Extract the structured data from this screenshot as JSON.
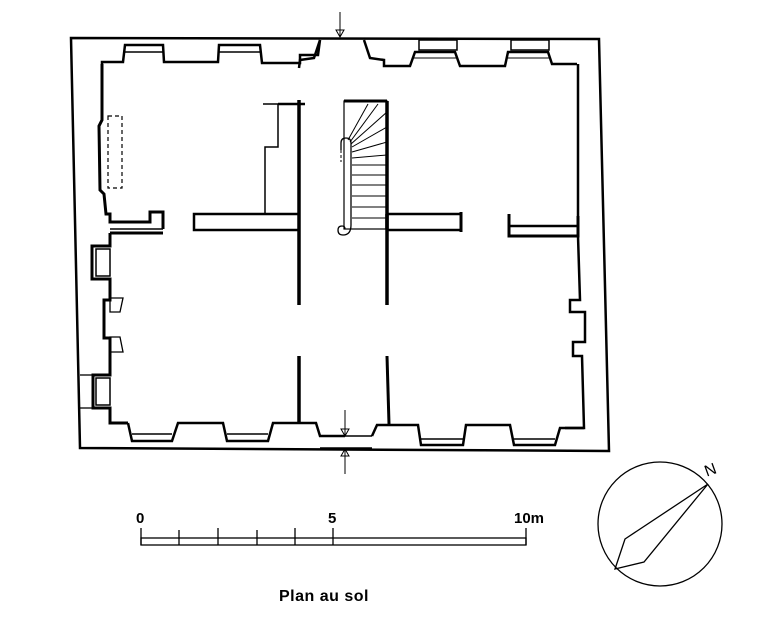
{
  "drawing": {
    "title": "Plan au sol",
    "type": "architectural floor plan",
    "colors": {
      "ink": "#000000",
      "paper": "#ffffff"
    }
  },
  "scale_bar": {
    "unit": "m",
    "labels": [
      {
        "value": "0",
        "text": "0"
      },
      {
        "value": "5",
        "text": "5"
      },
      {
        "value": "10",
        "text": "10m"
      }
    ],
    "subdivisions_first_5m": 5
  },
  "compass": {
    "label": "N",
    "icon": "north-arrow-icon"
  },
  "section_markers": {
    "top": "section-arrow-down",
    "bottom": [
      "section-arrow-down",
      "section-arrow-up"
    ]
  },
  "features": {
    "staircase": "quarter-turn staircase with handrail",
    "rooms": 4,
    "hall": "central corridor"
  }
}
